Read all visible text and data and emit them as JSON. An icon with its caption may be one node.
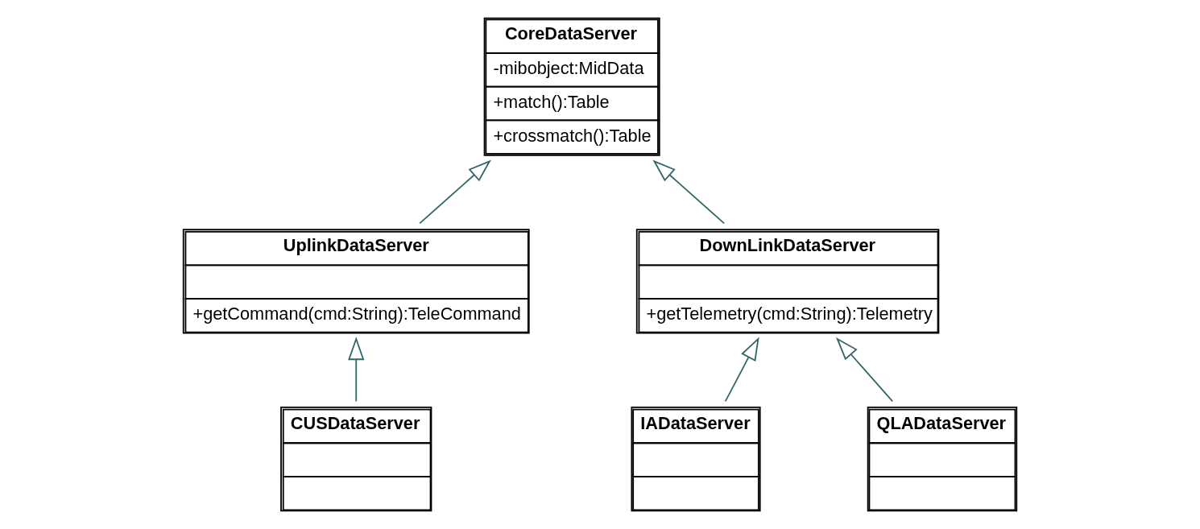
{
  "diagram": {
    "nodes": [
      {
        "text": [
          "CoreDataServer",
          "-mibobject:MidData",
          "+match():Table",
          "+crossmatch():Table"
        ]
      },
      {
        "text": [
          "UplinkDataServer",
          "+getCommand(cmd:String):TeleCommand"
        ]
      },
      {
        "text": [
          "DownLinkDataServer",
          "+getTelemetry(cmd:String):Telemetry"
        ]
      },
      {
        "text": [
          "CUSDataServer"
        ]
      },
      {
        "text": [
          "IADataServer"
        ]
      },
      {
        "text": [
          "QLADataServer"
        ]
      }
    ],
    "edges": [
      {
        "from": 1,
        "to": 0,
        "arrow": "to"
      },
      {
        "from": 2,
        "to": 0,
        "arrow": "to"
      },
      {
        "from": 3,
        "to": 1,
        "arrow": "to"
      },
      {
        "from": 4,
        "to": 2,
        "arrow": "to"
      },
      {
        "from": 5,
        "to": 2,
        "arrow": "to"
      }
    ]
  }
}
